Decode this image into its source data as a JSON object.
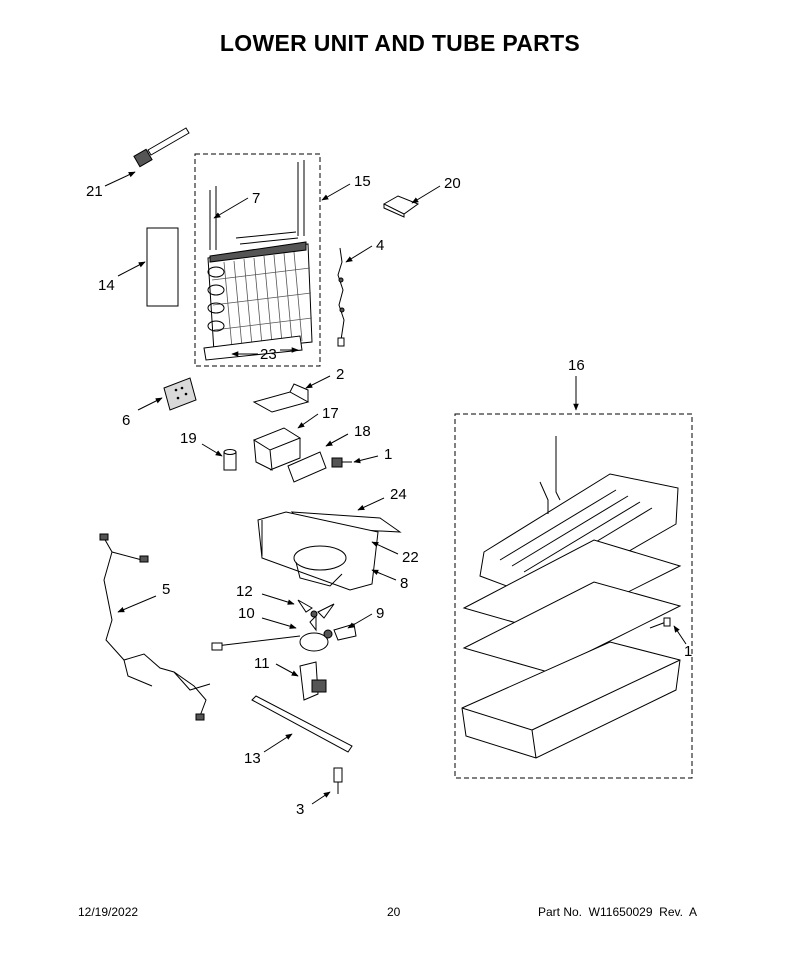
{
  "header": {
    "title": "LOWER UNIT AND TUBE PARTS"
  },
  "footer": {
    "date": "12/19/2022",
    "page": "20",
    "part_info": "Part No.  W11650029  Rev.  A"
  },
  "callouts": {
    "c21": "21",
    "c7": "7",
    "c15": "15",
    "c20": "20",
    "c4": "4",
    "c14": "14",
    "c23": "23",
    "c2": "2",
    "c6": "6",
    "c17": "17",
    "c19": "19",
    "c18": "18",
    "c1a": "1",
    "c24": "24",
    "c22": "22",
    "c8": "8",
    "c5": "5",
    "c12": "12",
    "c10": "10",
    "c9": "9",
    "c11": "11",
    "c13": "13",
    "c3": "3",
    "c16": "16",
    "c1b": "1"
  }
}
